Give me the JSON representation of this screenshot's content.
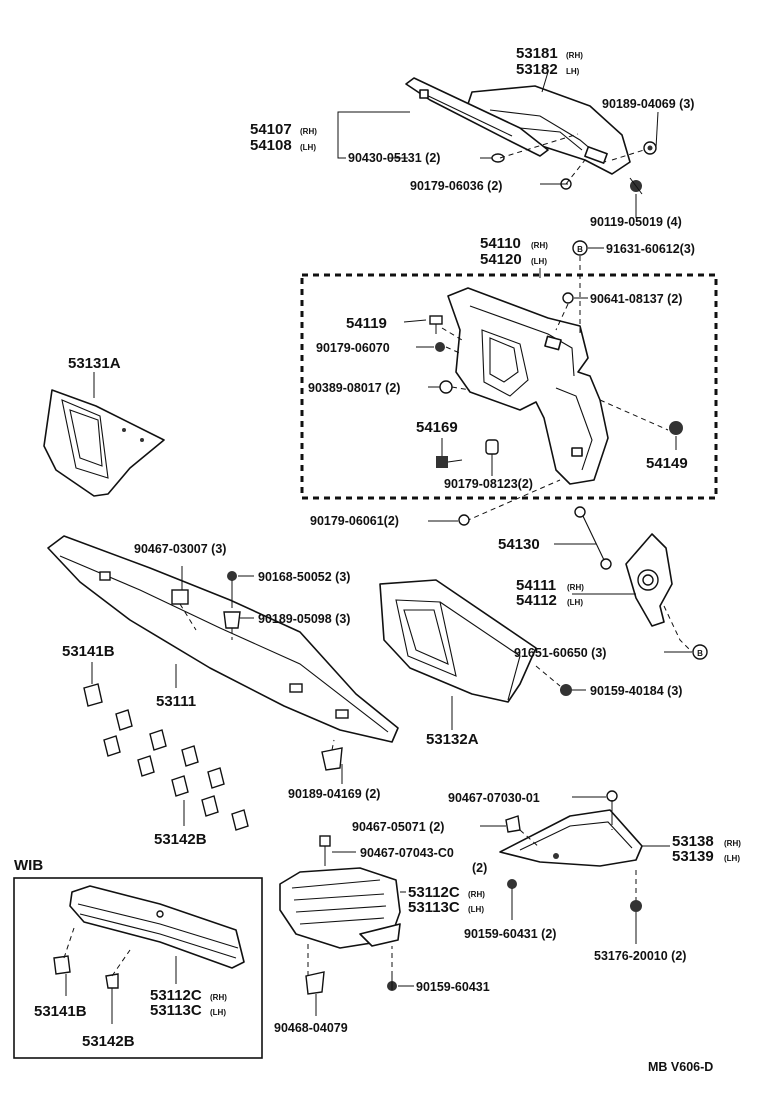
{
  "diagram": {
    "labels": {
      "p53181": "53181",
      "p53181_side": "(RH)",
      "p53182": "53182",
      "p53182_side": "LH)",
      "p54107": "54107",
      "p54107_side": "(RH)",
      "p54108": "54108",
      "p54108_side": "(LH)",
      "p90430": "90430-05131 (2)",
      "p90189_04069": "90189-04069 (3)",
      "p90179_06036": "90179-06036 (2)",
      "p90119": "90119-05019 (4)",
      "p54110": "54110",
      "p54110_side": "(RH)",
      "p54120": "54120",
      "p54120_side": "(LH)",
      "p91631": "91631-60612(3)",
      "p90641": "90641-08137 (2)",
      "p54119": "54119",
      "p90179_06070": "90179-06070",
      "p90389": "90389-08017 (2)",
      "p54169": "54169",
      "p90179_08123": "90179-08123(2)",
      "p54149": "54149",
      "p53131A": "53131A",
      "p90179_06061": "90179-06061(2)",
      "p54130": "54130",
      "p54111": "54111",
      "p54111_side": "(RH)",
      "p54112": "54112",
      "p54112_side": "(LH)",
      "p90467_03007": "90467-03007 (3)",
      "p90168": "90168-50052 (3)",
      "p90189_05098": "90189-05098 (3)",
      "p53141B": "53141B",
      "p53111": "53111",
      "p91651": "91651-60650 (3)",
      "p90159_40184": "90159-40184 (3)",
      "p53132A": "53132A",
      "p90189_04169": "90189-04169 (2)",
      "p53142B": "53142B",
      "p90467_07030": "90467-07030-01",
      "p90467_05071": "90467-05071 (2)",
      "p53138": "53138",
      "p53138_side": "(RH)",
      "p53139": "53139",
      "p53139_side": "(LH)",
      "p90467_07043": "90467-07043-C0",
      "p90467_07043_qty": "(2)",
      "p53112C": "53112C",
      "p53112C_side": "(RH)",
      "p53113C": "53113C",
      "p53113C_side": "(LH)",
      "p90159_60431_2": "90159-60431 (2)",
      "p53176": "53176-20010 (2)",
      "p90159_60431": "90159-60431",
      "p90468": "90468-04079",
      "wib": "WIB",
      "wib_53141B": "53141B",
      "wib_53142B": "53142B",
      "wib_53112C": "53112C",
      "wib_53112C_side": "(RH)",
      "wib_53113C": "53113C",
      "wib_53113C_side": "(LH)",
      "marker_b": "B",
      "footer_code": "MB V606-D"
    }
  }
}
